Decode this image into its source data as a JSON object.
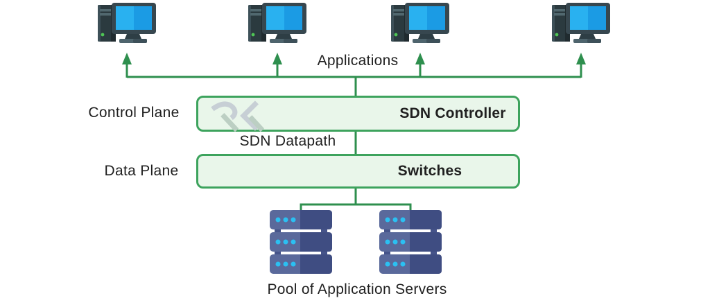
{
  "labels": {
    "applications": "Applications",
    "control_plane": "Control Plane",
    "sdn_datapath": "SDN Datapath",
    "data_plane": "Data Plane",
    "pool_of_servers": "Pool of Application Servers"
  },
  "nodes": {
    "controller": {
      "label": "SDN Controller"
    },
    "switches": {
      "label": "Switches"
    }
  },
  "icons": {
    "computer": "desktop-computer-icon",
    "computer_count": 4,
    "server": "server-rack-icon",
    "server_count": 2,
    "watermark": "rk-logo-watermark"
  },
  "colors": {
    "line-green": "#2e8f4e",
    "box-border-green": "#3da35d",
    "box-fill-green": "#e9f6ea",
    "text-dark": "#202020",
    "monitor-screen-blue": "#29b1f0",
    "monitor-frame": "#37474f",
    "server-light-blue": "#5a699b",
    "server-dark-blue": "#3f4d82",
    "server-dot-cyan": "#2bc0f2"
  }
}
